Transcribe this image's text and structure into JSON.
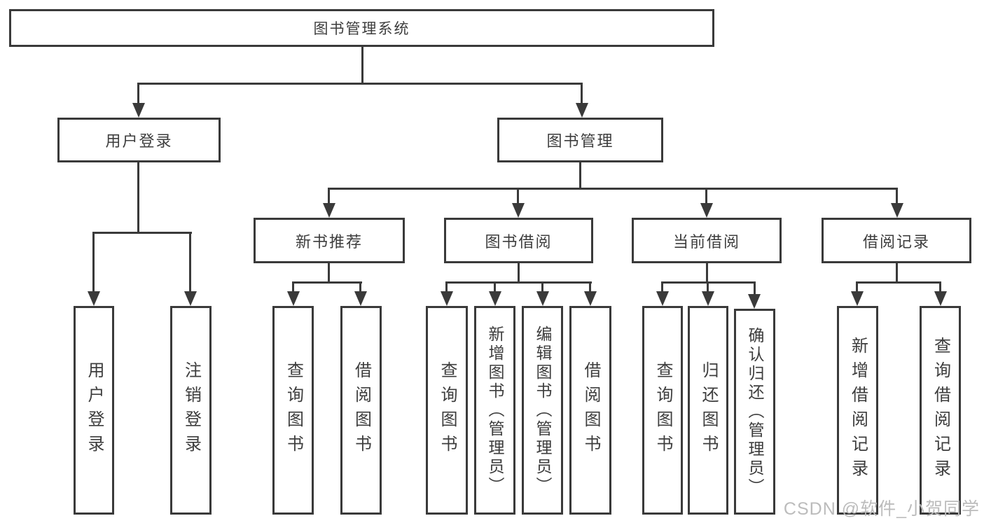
{
  "colors": {
    "line": "#3a3a3a",
    "text": "#3d3d3d",
    "background": "#ffffff",
    "watermark": "#bcbcbc"
  },
  "diagram": {
    "root": {
      "label": "图书管理系统"
    },
    "branches": [
      {
        "label": "用户登录",
        "children": [
          {
            "label": "用户登录"
          },
          {
            "label": "注销登录"
          }
        ]
      },
      {
        "label": "图书管理",
        "groups": [
          {
            "label": "新书推荐",
            "children": [
              {
                "label": "查询图书"
              },
              {
                "label": "借阅图书"
              }
            ]
          },
          {
            "label": "图书借阅",
            "children": [
              {
                "label": "查询图书"
              },
              {
                "label": "新增图书（管理员）"
              },
              {
                "label": "编辑图书（管理员）"
              },
              {
                "label": "借阅图书"
              }
            ]
          },
          {
            "label": "当前借阅",
            "children": [
              {
                "label": "查询图书"
              },
              {
                "label": "归还图书"
              },
              {
                "label": "确认归还（管理员）"
              }
            ]
          },
          {
            "label": "借阅记录",
            "children": [
              {
                "label": "新增借阅记录"
              },
              {
                "label": "查询借阅记录"
              }
            ]
          }
        ]
      }
    ]
  },
  "watermark": {
    "text": "CSDN @软件_小贺同学"
  }
}
